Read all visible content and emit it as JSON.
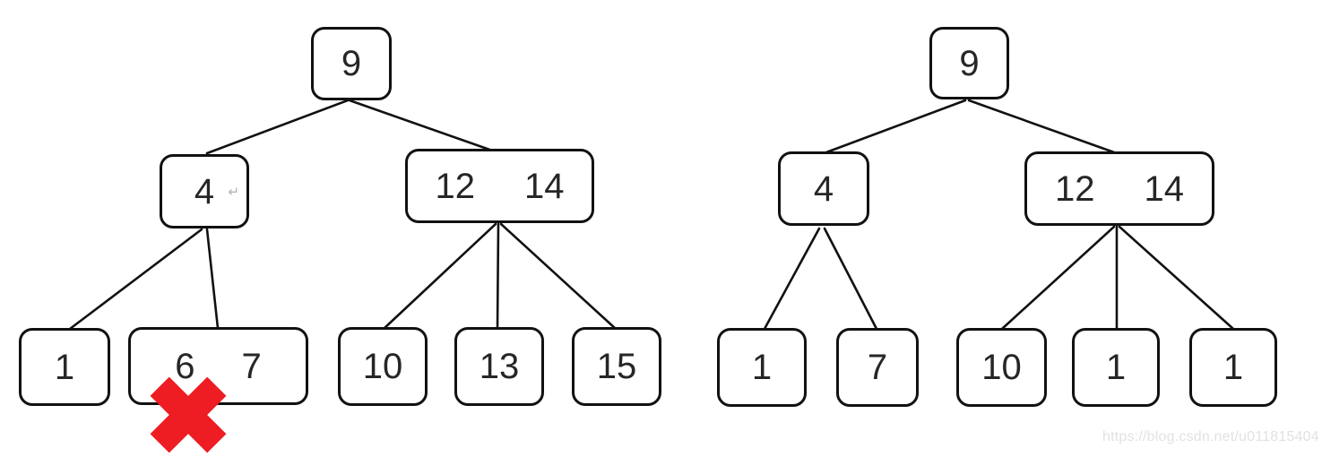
{
  "diagram": {
    "description": "2-3 tree deletion illustration: before (left, key 6 crossed out) and after (right)",
    "colors": {
      "node_border": "#111111",
      "edge": "#111111",
      "key_text": "#262626",
      "delete_x": "#ee1c23",
      "return_glyph": "#b0b0b0",
      "watermark": "#e2e2e2"
    },
    "watermark": "https://blog.csdn.net/u011815404",
    "return_glyph": "↵",
    "before_tree": {
      "root_keys": [
        "9"
      ],
      "internal_left_keys": [
        "4"
      ],
      "internal_right_keys": [
        "12",
        "14"
      ],
      "leaf1_keys": [
        "1"
      ],
      "leaf2_keys": [
        "6",
        "7"
      ],
      "leaf3_keys": [
        "10"
      ],
      "leaf4_keys": [
        "13"
      ],
      "leaf5_keys": [
        "15"
      ]
    },
    "after_tree": {
      "root_keys": [
        "9"
      ],
      "internal_left_keys": [
        "4"
      ],
      "internal_right_keys": [
        "12",
        "14"
      ],
      "leaf1_keys": [
        "1"
      ],
      "leaf2_keys": [
        "7"
      ],
      "leaf3_keys": [
        "10"
      ],
      "leaf4_keys": [
        "1"
      ],
      "leaf5_keys": [
        "1"
      ]
    }
  }
}
